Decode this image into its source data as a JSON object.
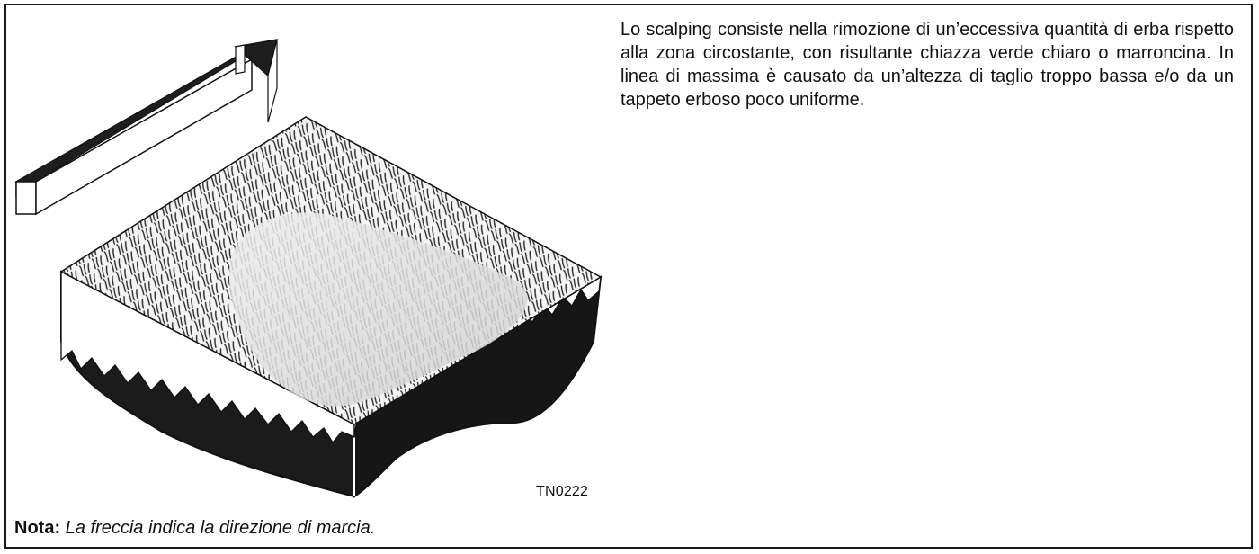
{
  "figure": {
    "id_label": "TN0222",
    "arrow_icon": "direction-arrow-icon",
    "turf_icon": "turf-block-scalping-illustration",
    "colors": {
      "outline": "#111111",
      "soil": "#1b1b1b",
      "grass_fill": "#ffffff",
      "scalped_patch": "#d4d4d4",
      "blade_ink": "#2b2b2b"
    }
  },
  "description": {
    "text": "Lo scalping consiste nella rimozione di un’eccessiva quantità di erba rispetto alla zona circostante, con risultante chiazza verde chiaro o marroncina. In linea di massima è causato da un’altezza di taglio troppo bassa e/o da un tappeto erboso poco uniforme."
  },
  "note": {
    "label": "Nota:",
    "text": "La freccia indica la direzione di marcia."
  }
}
